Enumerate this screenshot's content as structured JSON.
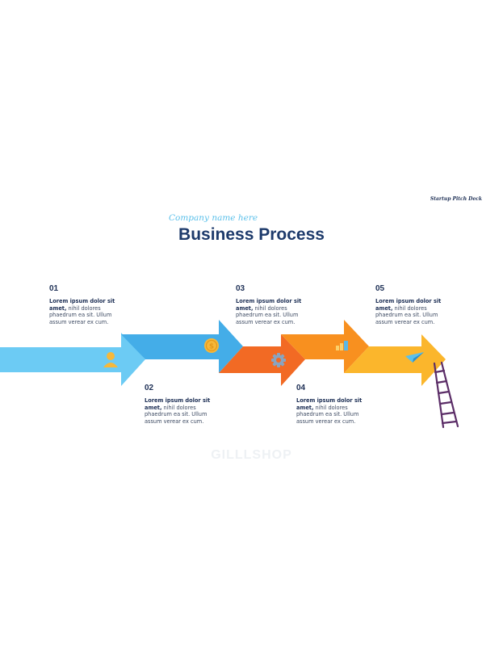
{
  "header": {
    "deck_name": "Startup Pitch Deck",
    "company": "Company name here",
    "title": "Business Process"
  },
  "steps": [
    {
      "number": "01",
      "text_bold": "Lorem ipsum dolor sit amet,",
      "text_rest": " nihil dolores phaedrum ea sit. Ullum assum verear ex cum.",
      "color": "#6ccbf4",
      "icon": "user-icon"
    },
    {
      "number": "02",
      "text_bold": "Lorem ipsum dolor sit amet,",
      "text_rest": " nihil dolores phaedrum ea sit. Ullum assum verear ex cum.",
      "color": "#44ade8",
      "icon": "coin-icon"
    },
    {
      "number": "03",
      "text_bold": "Lorem ipsum dolor sit amet,",
      "text_rest": " nihil dolores phaedrum ea sit. Ullum assum verear ex cum.",
      "color": "#f26a24",
      "icon": "gear-icon"
    },
    {
      "number": "04",
      "text_bold": "Lorem ipsum dolor sit amet,",
      "text_rest": " nihil dolores phaedrum ea sit. Ullum assum verear ex cum.",
      "color": "#f8901f",
      "icon": "bar-chart-icon"
    },
    {
      "number": "05",
      "text_bold": "Lorem ipsum dolor sit amet,",
      "text_rest": " nihil dolores phaedrum ea sit. Ullum assum verear ex cum.",
      "color": "#fbb62c",
      "icon": "paper-plane-icon"
    }
  ],
  "colors": {
    "title": "#1d3a6b",
    "company": "#5bc0ea",
    "ladder": "#5b2d67"
  },
  "watermark": "GILLLSHOP"
}
